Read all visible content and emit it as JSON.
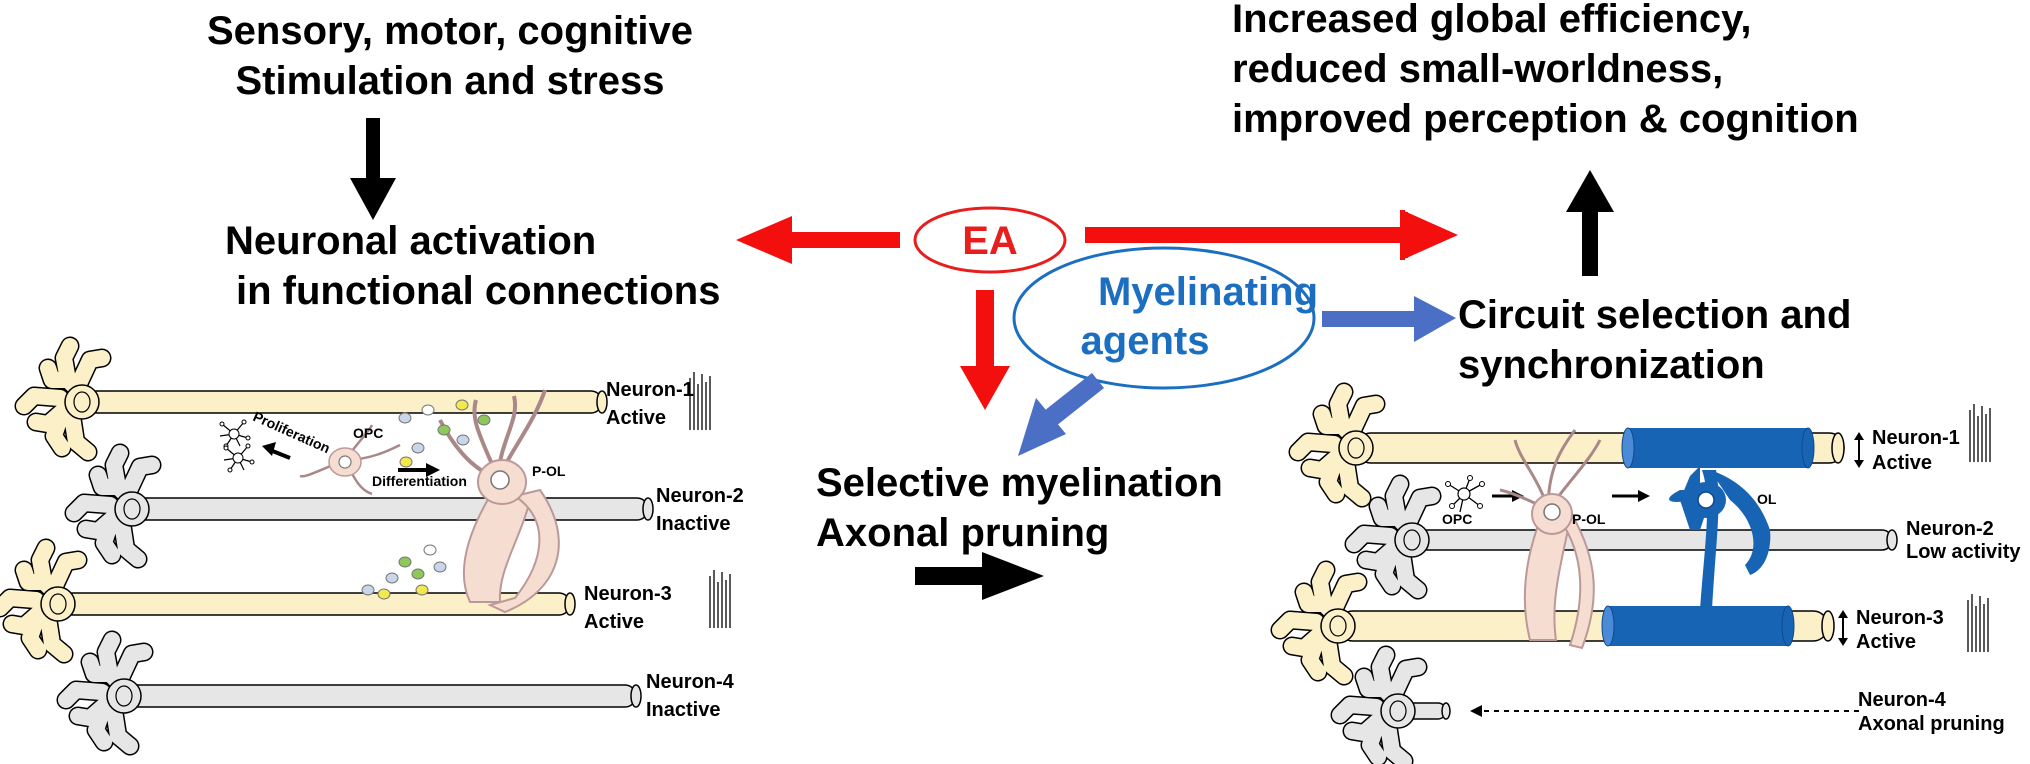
{
  "top_left": {
    "line1": "Sensory, motor, cognitive",
    "line2": "Stimulation and stress"
  },
  "activation": {
    "line1": "Neuronal activation",
    "line2": "in functional connections"
  },
  "center": {
    "ea": "EA",
    "myelinating_line1": "Myelinating",
    "myelinating_line2": "agents",
    "selective_line1": "Selective myelination",
    "selective_line2": "Axonal pruning"
  },
  "outcome": {
    "line1": "Increased global efficiency,",
    "line2": "reduced small-worldness,",
    "line3": "improved perception & cognition"
  },
  "circuit": {
    "line1": "Circuit selection and",
    "line2": "synchronization"
  },
  "left_panel": {
    "neurons": [
      {
        "name": "Neuron-1",
        "state": "Active"
      },
      {
        "name": "Neuron-2",
        "state": "Inactive"
      },
      {
        "name": "Neuron-3",
        "state": "Active"
      },
      {
        "name": "Neuron-4",
        "state": "Inactive"
      }
    ],
    "cells": {
      "opc": "OPC",
      "pol": "P-OL",
      "proliferation": "Proliferation",
      "differentiation": "Differentiation"
    }
  },
  "right_panel": {
    "neurons": [
      {
        "name": "Neuron-1",
        "state": "Active"
      },
      {
        "name": "Neuron-2",
        "state": "Low activity"
      },
      {
        "name": "Neuron-3",
        "state": "Active"
      },
      {
        "name": "Neuron-4",
        "state": "Axonal pruning"
      }
    ],
    "cells": {
      "opc": "OPC",
      "pol": "P-OL",
      "ol": "OL"
    }
  },
  "colors": {
    "red_arrow": "#f40f0f",
    "blue_arrow": "#4a6fc4",
    "myelin": "#1864b4",
    "axon_active": "#fbf0c8",
    "axon_inactive": "#e6e6e6",
    "glia": "#f6ddd1"
  }
}
